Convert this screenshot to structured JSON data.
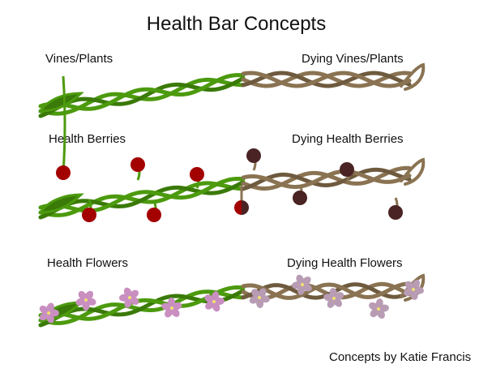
{
  "title": "Health Bar Concepts",
  "rows": [
    {
      "healthy_label": "Vines/Plants",
      "dying_label": "Dying Vines/Plants"
    },
    {
      "healthy_label": "Health Berries",
      "dying_label": "Dying Health Berries"
    },
    {
      "healthy_label": "Health Flowers",
      "dying_label": "Dying Health Flowers"
    }
  ],
  "credit": "Concepts by Katie Francis",
  "colors": {
    "vine_green": "#4c9a0e",
    "vine_green_dark": "#3a7a08",
    "vine_brown": "#8a7352",
    "vine_brown_dark": "#6e5a3e",
    "berry_red": "#a30000",
    "berry_dead": "#4a2324",
    "flower_pink": "#c98fc0",
    "flower_dead": "#b89cb4",
    "flower_center": "#f0e070"
  }
}
